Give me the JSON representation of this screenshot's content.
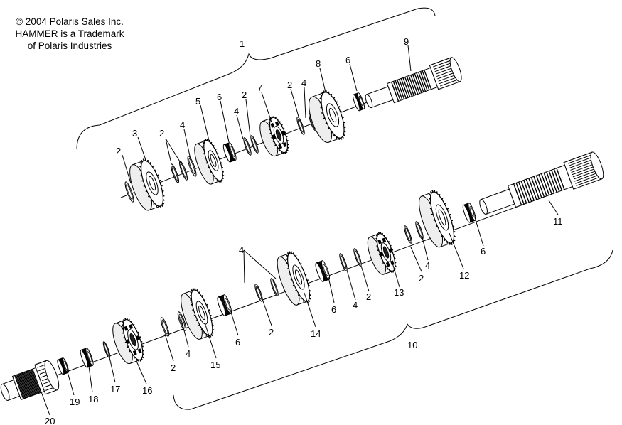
{
  "copyright": {
    "line1": "© 2004 Polaris Sales Inc.",
    "line2": "HAMMER is a Trademark",
    "line3": "of Polaris Industries"
  },
  "upper_parts": [
    {
      "id": "r2a",
      "type": "ring",
      "ref": "2"
    },
    {
      "id": "g3",
      "type": "gear",
      "ref": "3"
    },
    {
      "id": "r2b",
      "type": "ring",
      "ref": "2"
    },
    {
      "id": "r2c",
      "type": "ring",
      "ref": "2"
    },
    {
      "id": "r4a",
      "type": "ring",
      "ref": "4"
    },
    {
      "id": "g5",
      "type": "gear",
      "ref": "5"
    },
    {
      "id": "b6a",
      "type": "bearing",
      "ref": "6"
    },
    {
      "id": "r4b",
      "type": "ring",
      "ref": "4"
    },
    {
      "id": "r2d",
      "type": "ring",
      "ref": "2"
    },
    {
      "id": "g7",
      "type": "dog",
      "ref": "7"
    },
    {
      "id": "r2e",
      "type": "ring",
      "ref": "2"
    },
    {
      "id": "r4c",
      "type": "ring",
      "ref": "4"
    },
    {
      "id": "g8",
      "type": "gear",
      "ref": "8"
    },
    {
      "id": "b6b",
      "type": "bearing",
      "ref": "6"
    },
    {
      "id": "s9",
      "type": "shaft",
      "ref": "9"
    }
  ],
  "lower_parts": [
    {
      "id": "s11",
      "type": "shaft",
      "ref": "11"
    },
    {
      "id": "b6c",
      "type": "bearing",
      "ref": "6"
    },
    {
      "id": "g12",
      "type": "gear",
      "ref": "12"
    },
    {
      "id": "r4d",
      "type": "ring",
      "ref": "4"
    },
    {
      "id": "r2f",
      "type": "ring",
      "ref": "2"
    },
    {
      "id": "g13",
      "type": "dog",
      "ref": "13"
    },
    {
      "id": "r2g",
      "type": "ring",
      "ref": "2"
    },
    {
      "id": "r4e",
      "type": "ring",
      "ref": "4"
    },
    {
      "id": "b6d",
      "type": "bearing",
      "ref": "6"
    },
    {
      "id": "g14",
      "type": "gear",
      "ref": "14"
    },
    {
      "id": "r4f",
      "type": "ring",
      "ref": "4"
    },
    {
      "id": "r2h",
      "type": "ring",
      "ref": "2"
    },
    {
      "id": "b6e",
      "type": "bearing",
      "ref": "6"
    },
    {
      "id": "g15",
      "type": "gear",
      "ref": "15"
    },
    {
      "id": "r4g",
      "type": "ring",
      "ref": "4"
    },
    {
      "id": "r2i",
      "type": "ring",
      "ref": "2"
    },
    {
      "id": "g16",
      "type": "dog",
      "ref": "16"
    },
    {
      "id": "r17",
      "type": "ring",
      "ref": "17"
    },
    {
      "id": "b18",
      "type": "bearing",
      "ref": "18"
    },
    {
      "id": "b19",
      "type": "bearing",
      "ref": "19"
    },
    {
      "id": "s20",
      "type": "shaft",
      "ref": "20"
    }
  ],
  "assembly_labels": {
    "upper": "1",
    "lower": "10"
  }
}
